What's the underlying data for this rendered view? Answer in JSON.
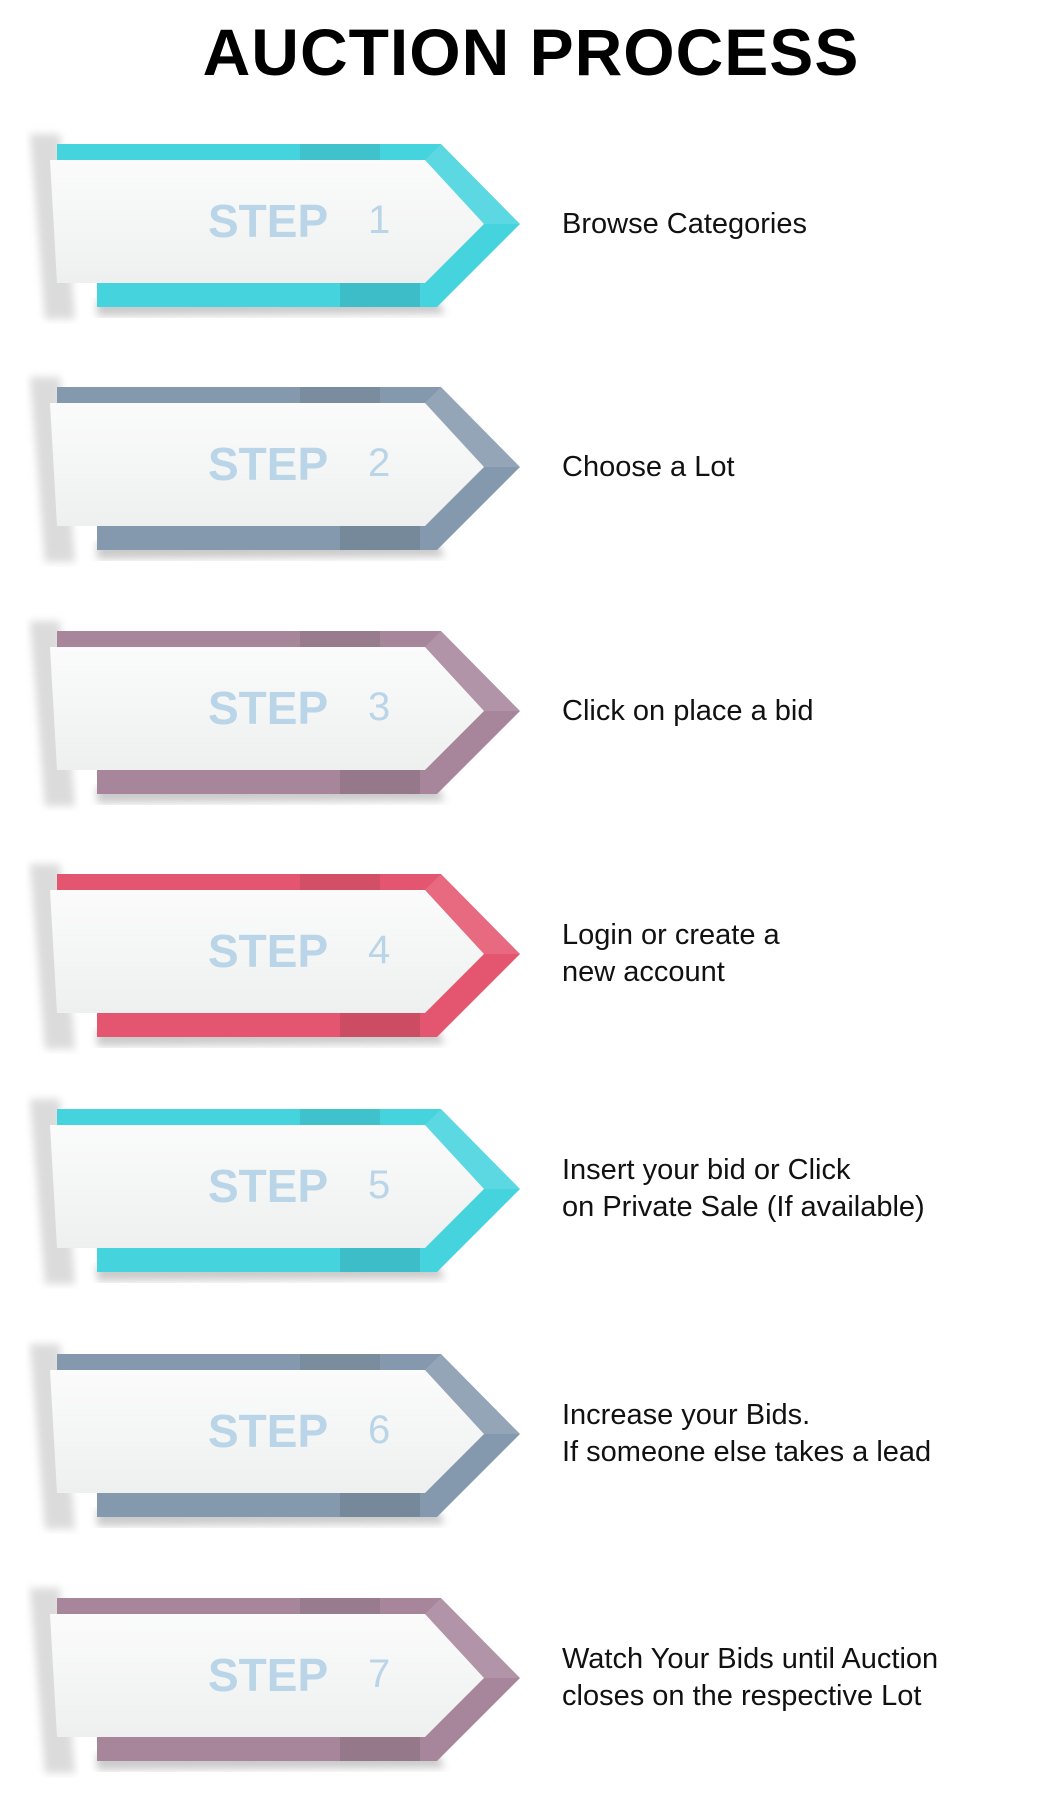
{
  "title": "AUCTION PROCESS",
  "step_word": "STEP",
  "steps": [
    {
      "number": "1",
      "text": "Browse Categories",
      "color": "#45d3de"
    },
    {
      "number": "2",
      "text": "Choose a Lot",
      "color": "#8499ad"
    },
    {
      "number": "3",
      "text": "Click on place a bid",
      "color": "#a7869b"
    },
    {
      "number": "4",
      "text": "Login or create a\nnew account",
      "color": "#e4566f"
    },
    {
      "number": "5",
      "text": "Insert your bid or Click\non Private Sale (If available)",
      "color": "#45d3de"
    },
    {
      "number": "6",
      "text": "Increase your Bids.\nIf someone else takes a lead",
      "color": "#8499ad"
    },
    {
      "number": "7",
      "text": "Watch Your Bids until Auction\ncloses on the respective Lot",
      "color": "#a7869b"
    }
  ]
}
